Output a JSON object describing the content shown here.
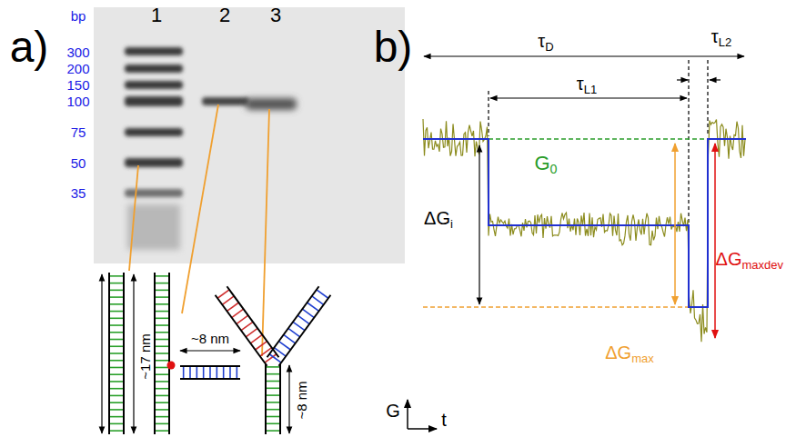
{
  "diagram": {
    "labels": [
      "a)",
      "bp",
      "1",
      "2",
      "3",
      "300",
      "200",
      "150",
      "100",
      "75",
      "50",
      "35",
      "~17 nm",
      "~8 nm",
      "~8 nm",
      "b)",
      "τD",
      "τL1",
      "τL2",
      "G0",
      "ΔGi",
      "ΔGmax",
      "ΔGmaxdev",
      "G",
      "t"
    ]
  }
}
